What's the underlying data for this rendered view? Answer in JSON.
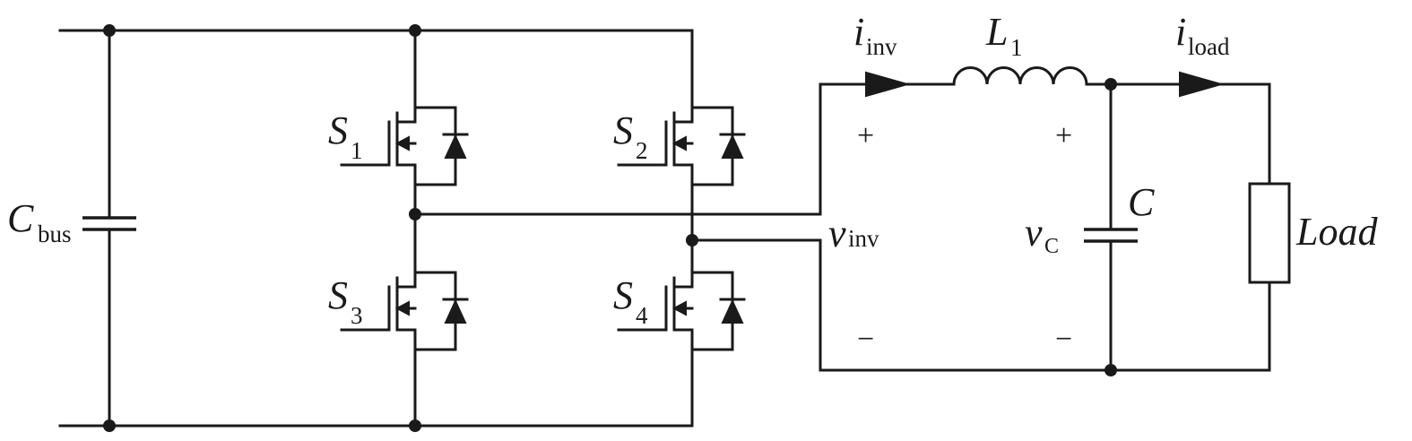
{
  "labels": {
    "c_bus": {
      "main": "C",
      "sub": "bus"
    },
    "s1": {
      "main": "S",
      "sub": "1"
    },
    "s2": {
      "main": "S",
      "sub": "2"
    },
    "s3": {
      "main": "S",
      "sub": "3"
    },
    "s4": {
      "main": "S",
      "sub": "4"
    },
    "i_inv": {
      "main": "i",
      "sub": "inv"
    },
    "l1": {
      "main": "L",
      "sub": "1"
    },
    "i_load": {
      "main": "i",
      "sub": "load"
    },
    "v_inv": {
      "main": "v",
      "sub": "inv"
    },
    "v_c": {
      "main": "v",
      "sub": "C"
    },
    "c": "C",
    "load": "Load",
    "plus": "+",
    "minus": "−"
  },
  "colors": {
    "ink": "#1a1a1a",
    "background": "#ffffff"
  }
}
